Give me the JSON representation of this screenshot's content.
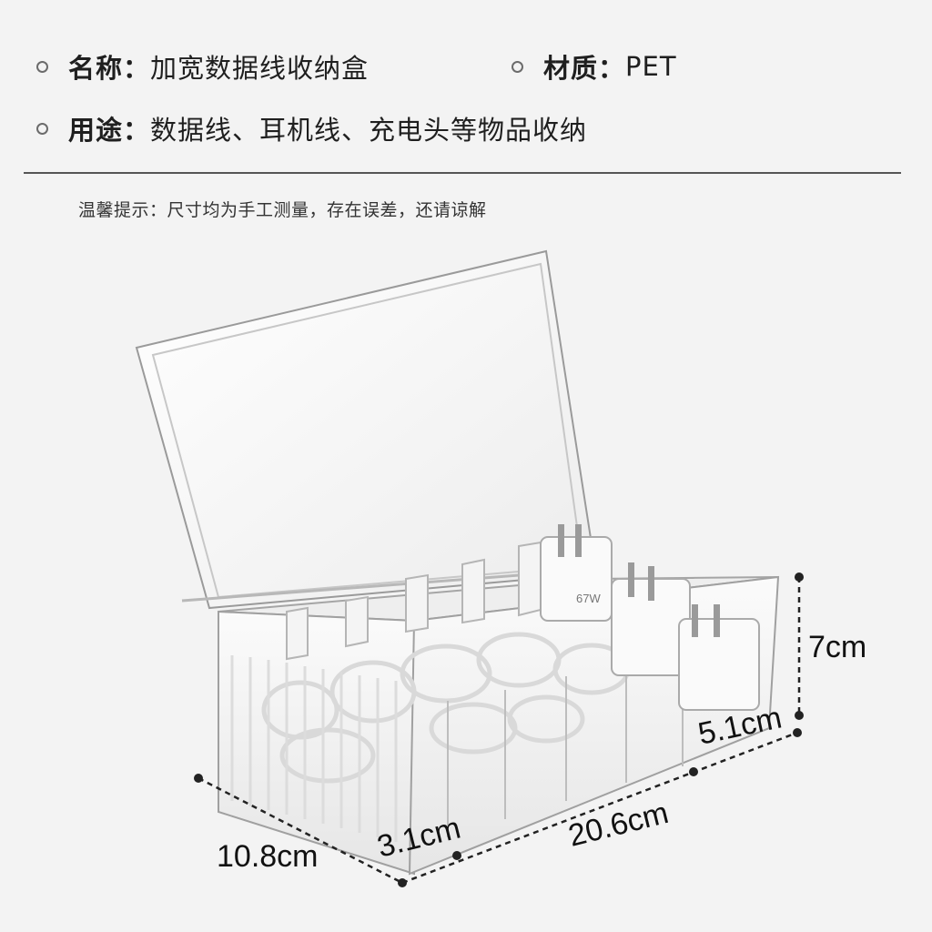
{
  "specs": {
    "name_label": "名称：",
    "name_value": "加宽数据线收纳盒",
    "material_label": "材质：",
    "material_value": "PET",
    "usage_label": "用途：",
    "usage_value": "数据线、耳机线、充电头等物品收纳"
  },
  "note": "温馨提示：尺寸均为手工测量，存在误差，还请谅解",
  "product": {
    "charger_label": "67W"
  },
  "dimensions": {
    "height": "7cm",
    "compartment_large": "5.1cm",
    "length": "20.6cm",
    "compartment_small": "3.1cm",
    "depth": "10.8cm"
  }
}
